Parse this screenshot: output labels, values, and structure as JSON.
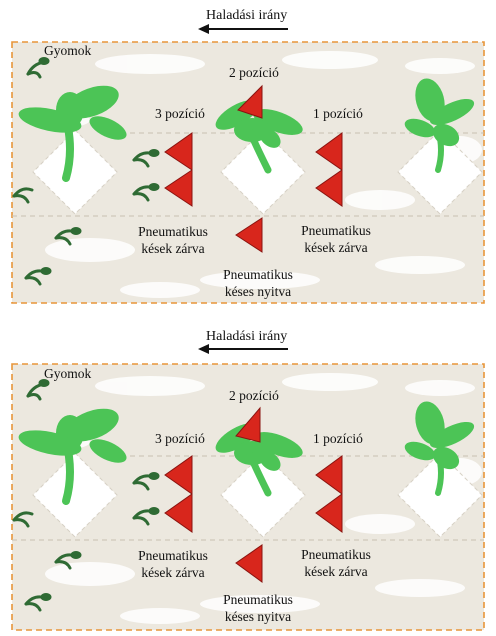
{
  "panels": [
    {
      "direction_label": "Haladási irány",
      "weeds_label": "Gyomok",
      "position_labels": {
        "pos1": "1 pozíció",
        "pos2": "2 pozíció",
        "pos3": "3 pozíció"
      },
      "knife_labels": {
        "left_closed": [
          "Pneumatikus",
          "kések zárva"
        ],
        "right_closed": [
          "Pneumatikus",
          "kések zárva"
        ],
        "bottom_open": [
          "Pneumatikus",
          "késes nyitva"
        ]
      }
    },
    {
      "direction_label": "Haladási irány",
      "weeds_label": "Gyomok",
      "position_labels": {
        "pos1": "1 pozíció",
        "pos2": "2 pozíció",
        "pos3": "3 pozíció"
      },
      "knife_labels": {
        "left_closed": [
          "Pneumatikus",
          "kések zárva"
        ],
        "right_closed": [
          "Pneumatikus",
          "kések zárva"
        ],
        "bottom_open": [
          "Pneumatikus",
          "késes nyitva"
        ]
      }
    }
  ],
  "colors": {
    "field": "#ece8df",
    "field_border": "#e8963a",
    "crop": "#4cc456",
    "crop_dark": "#33a743",
    "weed": "#2f6b34",
    "knife": "#d8261c",
    "knife_dark": "#8a1410",
    "arrow": "#111111"
  },
  "icons": [
    "arrow-left-icon",
    "crop-plant-icon",
    "weed-icon",
    "pneumatic-knife-icon"
  ]
}
